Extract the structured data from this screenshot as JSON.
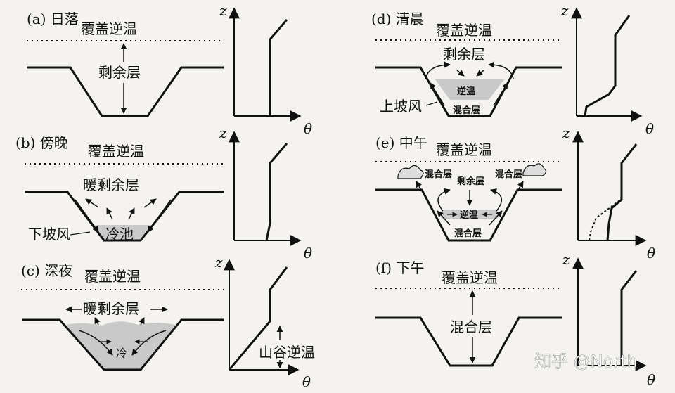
{
  "colors": {
    "ink": "#111111",
    "pool": "#c9c9c9",
    "paper": "#f4f3ef"
  },
  "axes": {
    "z": "z",
    "theta": "θ"
  },
  "panels": {
    "a": {
      "title": "(a) 日落",
      "inversion": "覆盖逆温",
      "layer": "剩余层"
    },
    "b": {
      "title": "(b) 傍晚",
      "inversion": "覆盖逆温",
      "layer": "暖剩余层",
      "slope_wind": "下坡风",
      "pool": "冷池"
    },
    "c": {
      "title": "(c) 深夜",
      "inversion": "覆盖逆温",
      "layer": "暖剩余层",
      "pool": "冷",
      "valley_inversion": "山谷逆温"
    },
    "d": {
      "title": "(d) 清晨",
      "inversion": "覆盖逆温",
      "layer": "剩余层",
      "slope_wind": "上坡风",
      "inversion_core": "逆温",
      "mixed": "混合层"
    },
    "e": {
      "title": "(e) 中午",
      "inversion": "覆盖逆温",
      "mixed_left": "混合层",
      "residual": "剩余层",
      "mixed_right": "混合层",
      "inversion_core": "逆温",
      "mixed_bottom": "混合层"
    },
    "f": {
      "title": "(f) 下午",
      "inversion": "覆盖逆温",
      "mixed": "混合层"
    }
  },
  "watermark": "知乎 @North"
}
